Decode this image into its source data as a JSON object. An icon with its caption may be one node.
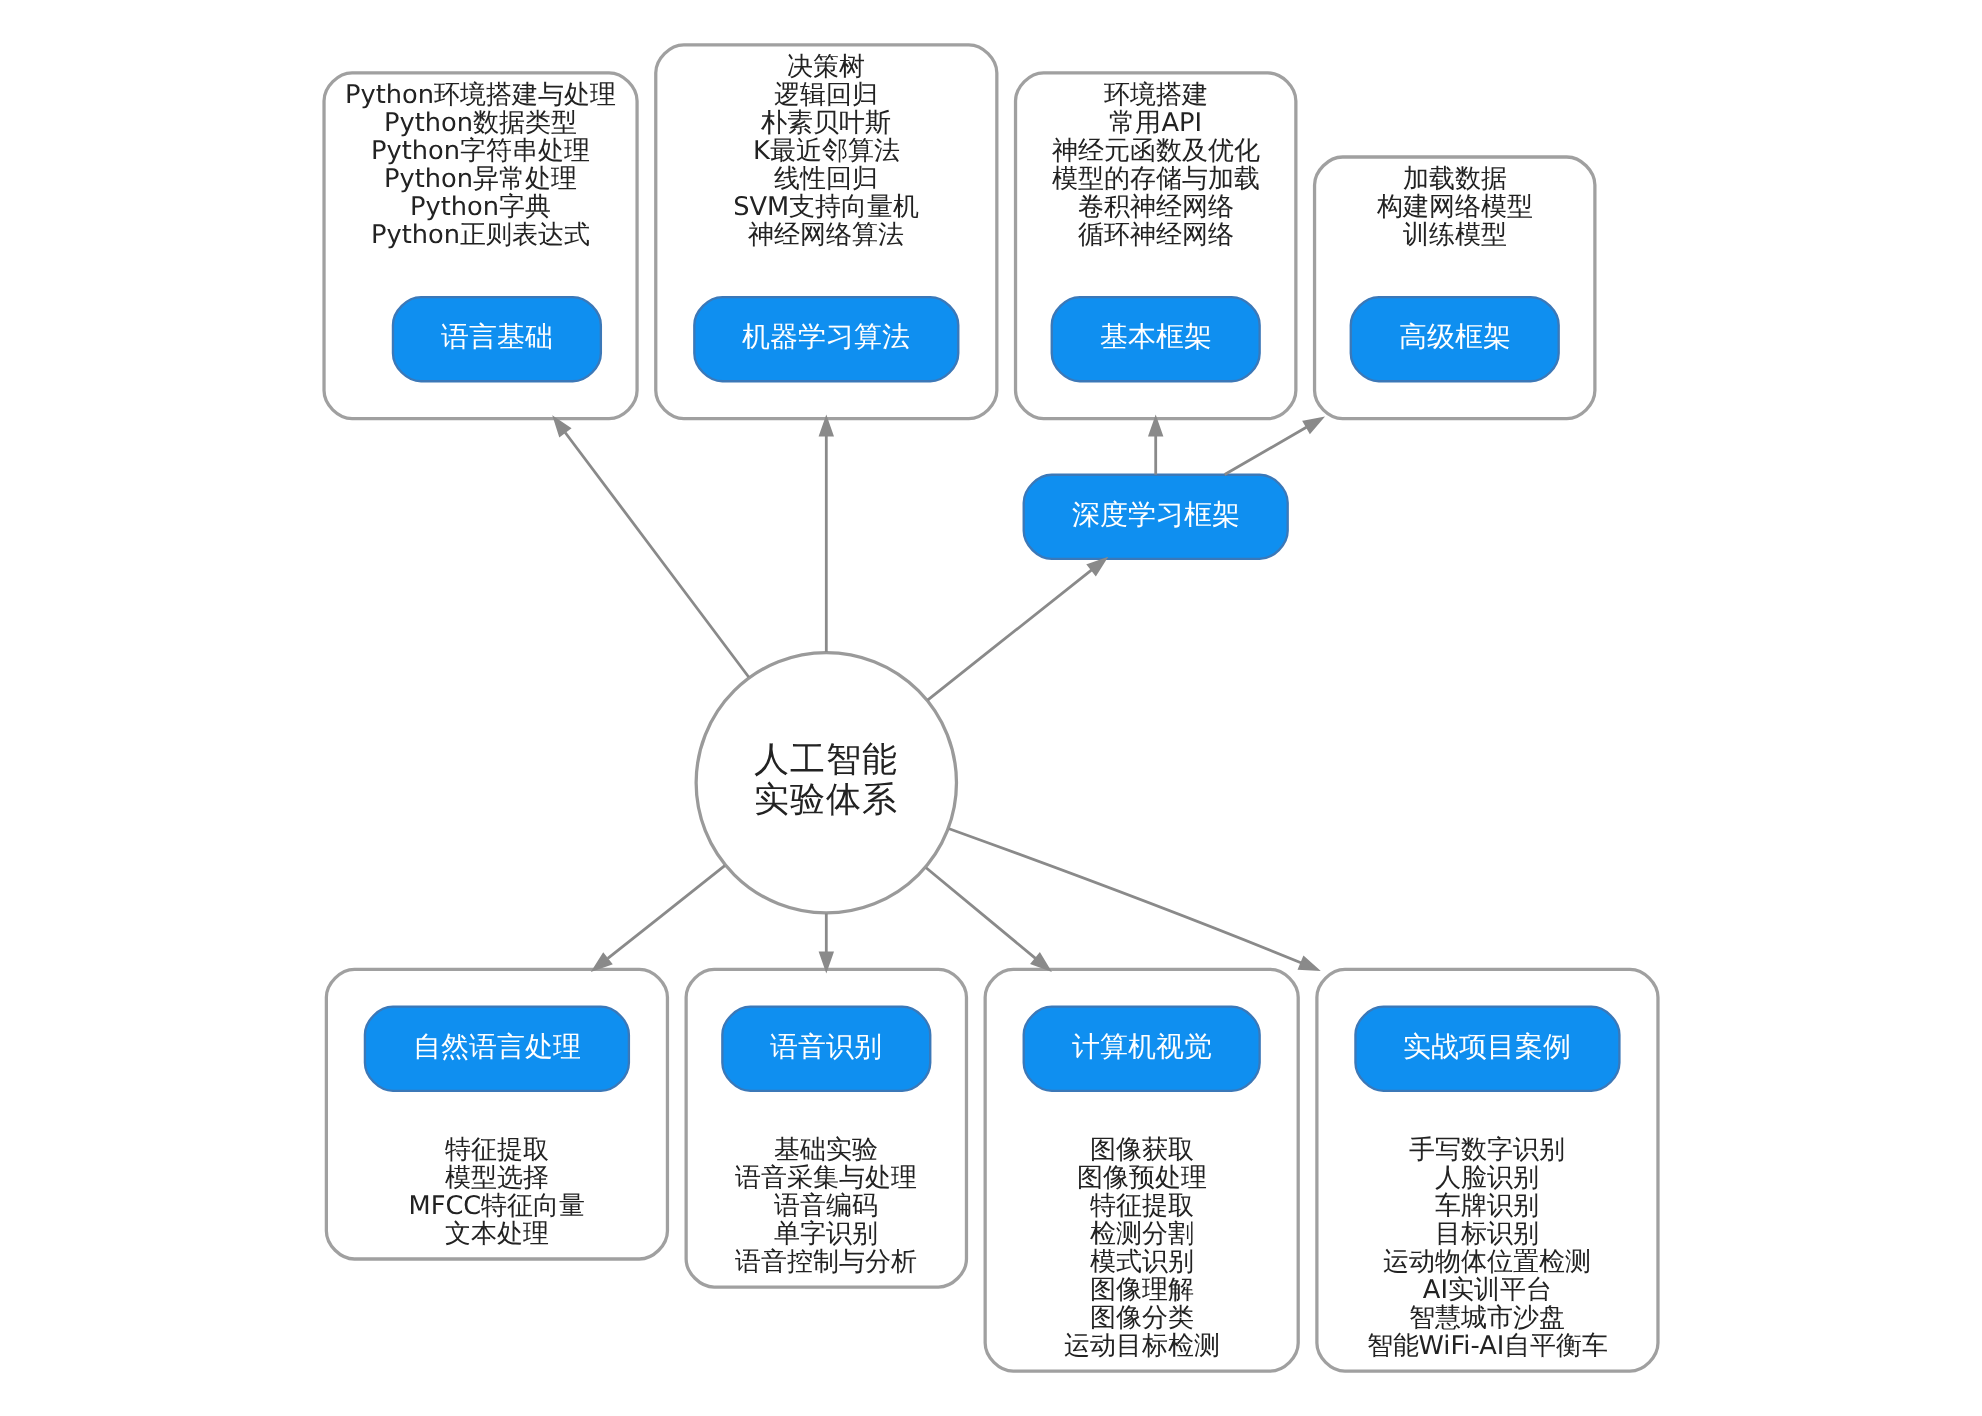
{
  "diagram": {
    "nodes": [
      {
        "text": [
          "Python环境搭建与处理",
          "Python数据类型",
          "Python字符串处理",
          "Python异常处理",
          "Python字典",
          "Python正则表达式"
        ]
      },
      {
        "text": [
          "语言基础"
        ],
        "in": 0
      },
      {
        "text": [
          "决策树",
          "逻辑回归",
          "朴素贝叶斯",
          "K最近邻算法",
          "线性回归",
          "SVM支持向量机",
          "神经网络算法"
        ]
      },
      {
        "text": [
          "机器学习算法"
        ],
        "in": 2
      },
      {
        "text": [
          "环境搭建",
          "常用API",
          "神经元函数及优化",
          "模型的存储与加载",
          "卷积神经网络",
          "循环神经网络"
        ]
      },
      {
        "text": [
          "基本框架"
        ],
        "in": 4
      },
      {
        "text": [
          "加载数据",
          "构建网络模型",
          "训练模型"
        ]
      },
      {
        "text": [
          "高级框架"
        ],
        "in": 6
      },
      {
        "text": [
          "深度学习框架"
        ]
      },
      {
        "text": [
          "人工智能实验体系"
        ]
      },
      {
        "text": [
          "特征提取",
          "模型选择",
          "MFCC特征向量",
          "文本处理"
        ]
      },
      {
        "text": [
          "自然语言处理"
        ],
        "in": 10
      },
      {
        "text": [
          "基础实验",
          "语音采集与处理",
          "语音编码",
          "单字识别",
          "语音控制与分析"
        ]
      },
      {
        "text": [
          "语音识别"
        ],
        "in": 12
      },
      {
        "text": [
          "图像获取",
          "图像预处理",
          "特征提取",
          "检测分割",
          "模式识别",
          "图像理解",
          "图像分类",
          "运动目标检测"
        ]
      },
      {
        "text": [
          "计算机视觉"
        ],
        "in": 14
      },
      {
        "text": [
          "手写数字识别",
          "人脸识别",
          "车牌识别",
          "目标识别",
          "运动物体位置检测",
          "AI实训平台",
          "智慧城市沙盘",
          "智能WiFi-AI自平衡车"
        ]
      },
      {
        "text": [
          "实战项目案例"
        ],
        "in": 16
      }
    ],
    "edges": [
      {
        "from": 9,
        "to": 0,
        "arrow": "to"
      },
      {
        "from": 9,
        "to": 2,
        "arrow": "to"
      },
      {
        "from": 9,
        "to": 8,
        "arrow": "to"
      },
      {
        "from": 8,
        "to": 4,
        "arrow": "to"
      },
      {
        "from": 8,
        "to": 6,
        "arrow": "to"
      },
      {
        "from": 9,
        "to": 10,
        "arrow": "to"
      },
      {
        "from": 9,
        "to": 12,
        "arrow": "to"
      },
      {
        "from": 9,
        "to": 14,
        "arrow": "to"
      },
      {
        "from": 9,
        "to": 16,
        "arrow": "to"
      }
    ]
  }
}
